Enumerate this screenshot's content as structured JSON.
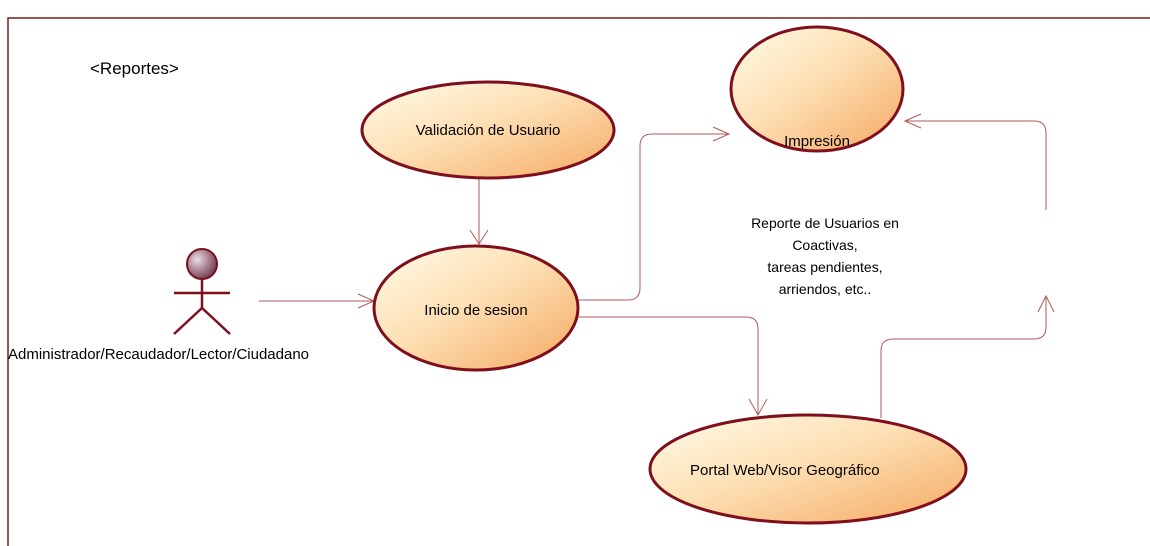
{
  "diagram": {
    "title": "<Reportes>",
    "actor": {
      "name": "Administrador/Recaudador/Lector/Ciudadano"
    },
    "use_cases": {
      "validacion": "Validación de Usuario",
      "inicio": "Inicio de sesion",
      "impresion": "Impresión",
      "portal": "Portal Web/Visor Geográfico"
    },
    "note": {
      "line1": "Reporte de Usuarios en",
      "line2": "Coactivas,",
      "line3": "tareas pendientes,",
      "line4": "arriendos, etc.."
    },
    "colors": {
      "frame": "#7a1a1a",
      "stroke": "#7f0f1c",
      "connector": "#b05a5a",
      "fill_light": "#fffbea",
      "fill_dark": "#f7b46a"
    }
  }
}
